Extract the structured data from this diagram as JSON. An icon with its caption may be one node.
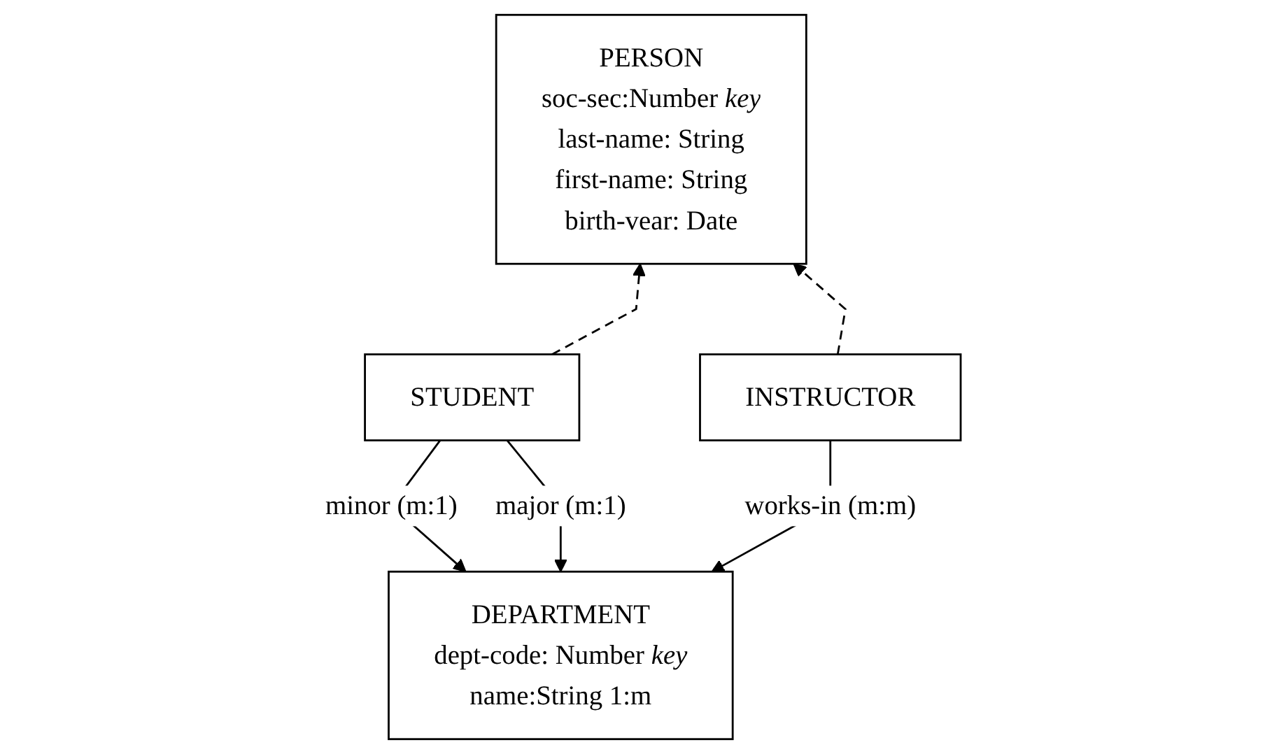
{
  "diagram": {
    "nodes": [
      {
        "text": [
          "PERSON",
          "soc-sec:Number *key*",
          "last-name: String",
          "first-name: String",
          "birth-vear: Date"
        ]
      },
      {
        "text": [
          "STUDENT"
        ]
      },
      {
        "text": [
          "INSTRUCTOR"
        ]
      },
      {
        "text": [
          "DEPARTMENT",
          "dept-code: Number *key*",
          "name:String 1:m"
        ]
      }
    ],
    "edges": [
      {
        "from": 1,
        "to": 0,
        "arrow": "to",
        "style": "dashed"
      },
      {
        "from": 2,
        "to": 0,
        "arrow": "to",
        "style": "dashed"
      },
      {
        "from": 1,
        "to": 3,
        "arrow": "to",
        "label": "minor (m:1)"
      },
      {
        "from": 1,
        "to": 3,
        "arrow": "to",
        "label": "major (m:1)"
      },
      {
        "from": 2,
        "to": 3,
        "arrow": "to",
        "label": "works-in (m:m)"
      }
    ]
  }
}
